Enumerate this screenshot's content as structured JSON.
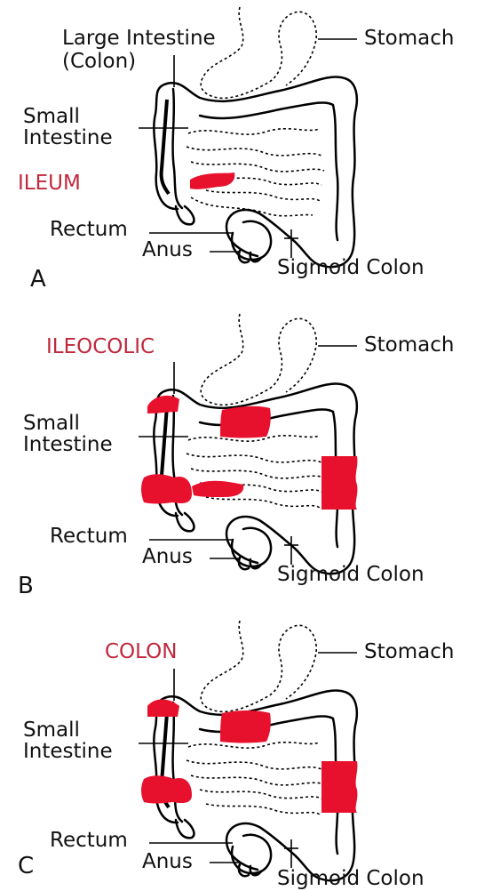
{
  "colors": {
    "disease": "#e8112d",
    "label_highlight": "#c0283c",
    "line": "#000000",
    "background": "#ffffff"
  },
  "panels": [
    {
      "letter": "A",
      "highlight_label": "ILEUM",
      "labels": {
        "large_intestine_1": "Large Intestine",
        "large_intestine_2": "(Colon)",
        "stomach": "Stomach",
        "small_intestine_1": "Small",
        "small_intestine_2": "Intestine",
        "rectum": "Rectum",
        "anus": "Anus",
        "sigmoid": "Sigmoid Colon"
      },
      "affected": [
        "ileum"
      ]
    },
    {
      "letter": "B",
      "highlight_label": "ILEOCOLIC",
      "labels": {
        "stomach": "Stomach",
        "small_intestine_1": "Small",
        "small_intestine_2": "Intestine",
        "rectum": "Rectum",
        "anus": "Anus",
        "sigmoid": "Sigmoid Colon"
      },
      "affected": [
        "ileum",
        "cecum",
        "hepatic-flexure",
        "transverse-colon",
        "descending-colon"
      ]
    },
    {
      "letter": "C",
      "highlight_label": "COLON",
      "labels": {
        "stomach": "Stomach",
        "small_intestine_1": "Small",
        "small_intestine_2": "Intestine",
        "rectum": "Rectum",
        "anus": "Anus",
        "sigmoid": "Sigmoid Colon"
      },
      "affected": [
        "cecum",
        "hepatic-flexure",
        "transverse-colon",
        "descending-colon"
      ]
    }
  ]
}
